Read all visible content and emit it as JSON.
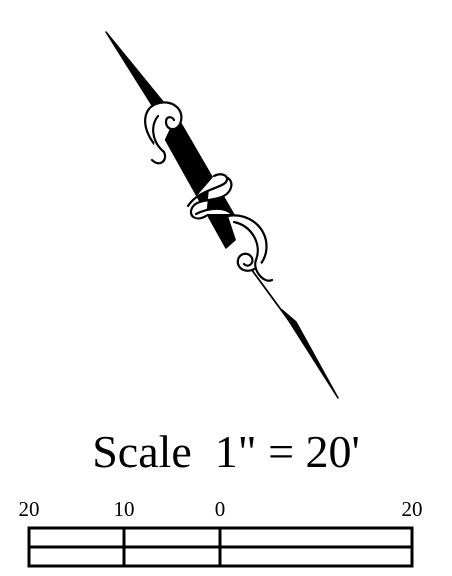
{
  "scale": {
    "caption": "Scale  1\" = 20'",
    "ticks": [
      {
        "value": 20,
        "label": "20"
      },
      {
        "value": 10,
        "label": "10"
      },
      {
        "value": 0,
        "label": "0"
      },
      {
        "value": 20,
        "label": "20"
      }
    ]
  },
  "colors": {
    "ink": "#000000",
    "paper": "#ffffff"
  },
  "icons": {
    "north_arrow": "ornamental-north-arrow-icon"
  }
}
